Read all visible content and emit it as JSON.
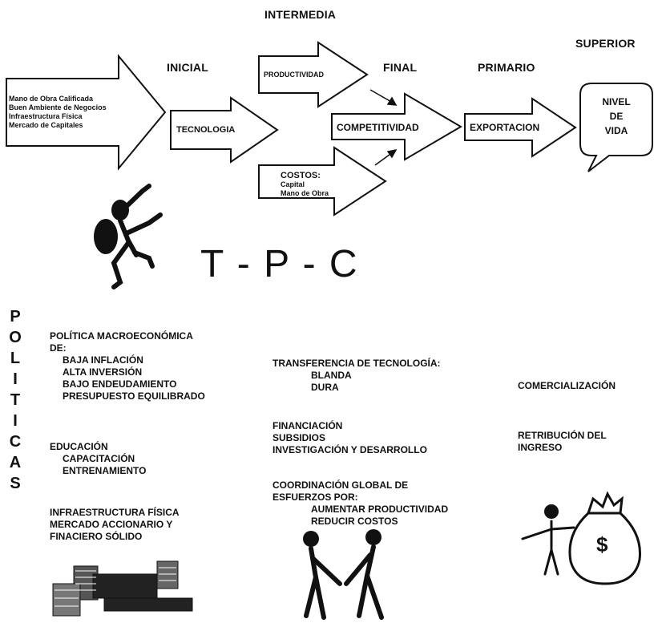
{
  "levels": {
    "intermedia": "INTERMEDIA",
    "superior": "SUPERIOR",
    "inicial": "INICIAL",
    "final": "FINAL",
    "primario": "PRIMARIO"
  },
  "arrows": {
    "inputs": [
      "Mano de Obra Calificada",
      "Buen Ambiente de Negocios",
      "Infraestructura Física",
      "Mercado de Capitales"
    ],
    "tecnologia": "TECNOLOGIA",
    "productividad": "PRODUCTIVIDAD",
    "costos_title": "COSTOS:",
    "costos_items": [
      "Capital",
      "Mano de Obra"
    ],
    "competitividad": "COMPETITIVIDAD",
    "exportacion": "EXPORTACION"
  },
  "nivel_vida": [
    "NIVEL",
    "DE",
    "VIDA"
  ],
  "tpc": "T - P - C",
  "politicas_letters": [
    "P",
    "O",
    "L",
    "I",
    "T",
    "I",
    "C",
    "A",
    "S"
  ],
  "col1": {
    "macro_title": [
      "POLÍTICA MACROECONÓMICA",
      "DE:"
    ],
    "macro_items": [
      "BAJA INFLACIÓN",
      "ALTA INVERSIÓN",
      "BAJO ENDEUDAMIENTO",
      "PRESUPUESTO EQUILIBRADO"
    ],
    "educacion_title": "EDUCACIÓN",
    "educacion_items": [
      "CAPACITACIÓN",
      "ENTRENAMIENTO"
    ],
    "infra": [
      "INFRAESTRUCTURA FÍSICA",
      "MERCADO ACCIONARIO Y",
      "FINACIERO SÓLIDO"
    ]
  },
  "col2": {
    "transfer_title": "TRANSFERENCIA DE TECNOLOGÍA:",
    "transfer_items": [
      "BLANDA",
      "DURA"
    ],
    "fin_items": [
      "FINANCIACIÓN",
      "SUBSIDIOS",
      "INVESTIGACIÓN Y DESARROLLO"
    ],
    "coord_title": [
      "COORDINACIÓN GLOBAL DE",
      "ESFUERZOS POR:"
    ],
    "coord_items": [
      "AUMENTAR PRODUCTIVIDAD",
      "REDUCIR COSTOS"
    ]
  },
  "col3": {
    "comercializacion": "COMERCIALIZACIÓN",
    "retribucion": [
      "RETRIBUCIÓN DEL",
      "INGRESO"
    ]
  },
  "money_symbol": "$"
}
